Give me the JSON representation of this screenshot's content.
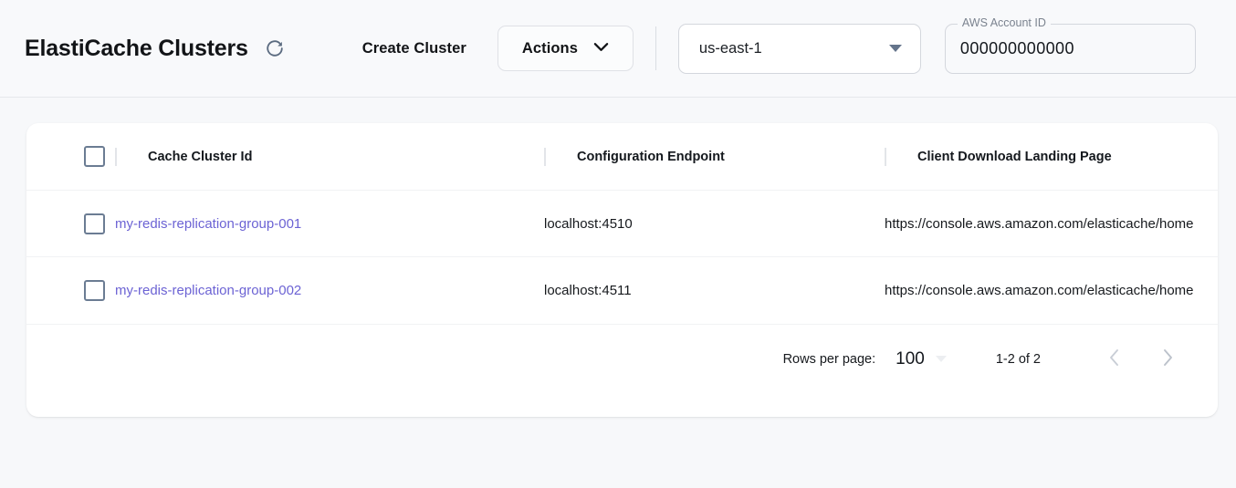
{
  "header": {
    "title": "ElastiCache Clusters",
    "refresh_icon": "refresh-icon",
    "create_cluster_label": "Create Cluster",
    "actions_label": "Actions",
    "actions_caret_icon": "chevron-down-icon",
    "region": {
      "value": "us-east-1",
      "caret_icon": "caret-down-icon"
    },
    "account": {
      "label": "AWS Account ID",
      "value": "000000000000"
    }
  },
  "table": {
    "select_all_checkbox": "unchecked",
    "columns": [
      "Cache Cluster Id",
      "Configuration Endpoint",
      "Client Download Landing Page"
    ],
    "rows": [
      {
        "checkbox": "unchecked",
        "cluster_id": "my-redis-replication-group-001",
        "endpoint": "localhost:4510",
        "landing_page": "https://console.aws.amazon.com/elasticache/home"
      },
      {
        "checkbox": "unchecked",
        "cluster_id": "my-redis-replication-group-002",
        "endpoint": "localhost:4511",
        "landing_page": "https://console.aws.amazon.com/elasticache/home"
      }
    ]
  },
  "pagination": {
    "rows_per_page_label": "Rows per page:",
    "rows_per_page_value": "100",
    "range_label": "1-2 of 2",
    "prev_icon": "chevron-left-icon",
    "next_icon": "chevron-right-icon"
  },
  "colors": {
    "link": "#6c63d4",
    "page_background": "#f7f8fa",
    "card_background": "#ffffff",
    "checkbox_border": "#6b7c93",
    "caret": "#64748b"
  }
}
